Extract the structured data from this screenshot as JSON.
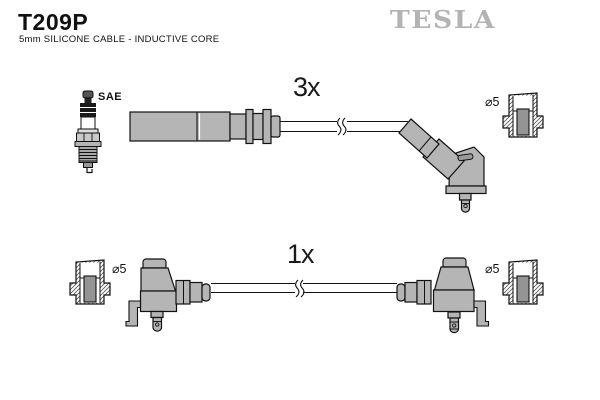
{
  "header": {
    "part_number": "T209P",
    "subtitle": "5mm SILICONE CABLE - INDUCTIVE CORE",
    "brand": "TESLA"
  },
  "diagram": {
    "top_assembly": {
      "quantity": "3x",
      "plug_terminal_label": "SAE",
      "coil_terminal_diameter": "⌀5"
    },
    "bottom_assembly": {
      "quantity": "1x",
      "left_terminal_diameter": "⌀5",
      "right_terminal_diameter": "⌀5"
    }
  },
  "icons": {
    "spark_plug": "spark-plug-icon",
    "angled_boot_cable": "plug-wire-angled-boot",
    "straight_boot_cable": "coil-wire-straight-boots",
    "terminal_cross_section": "terminal-cross-section"
  },
  "colors": {
    "background": "#ffffff",
    "line": "#111111",
    "boot_gray": "#b5b5b5",
    "core_gray": "#949494",
    "brand_gray": "#b3b3b3"
  }
}
